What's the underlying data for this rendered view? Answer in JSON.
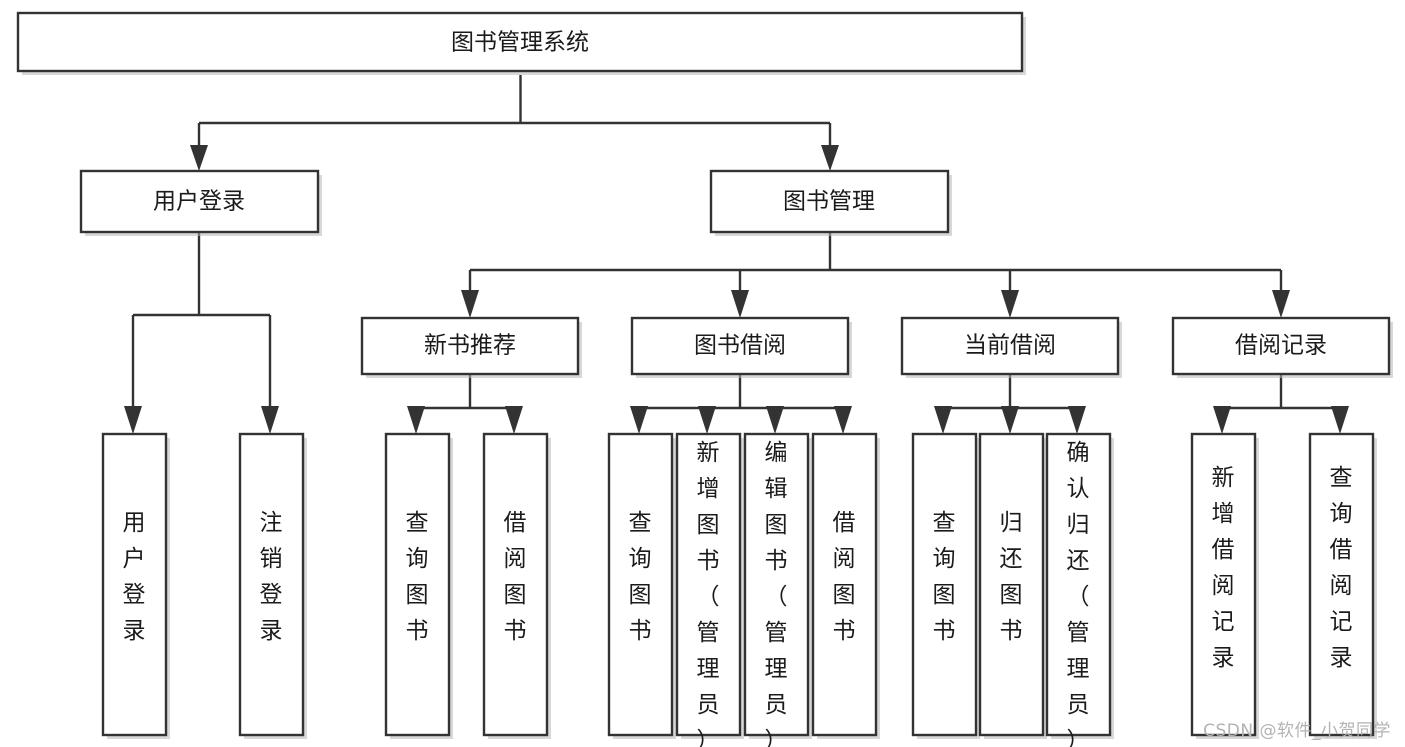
{
  "diagram": {
    "type": "tree-hierarchy",
    "title": "图书管理系统",
    "orientation": "top-down",
    "colors": {
      "box_stroke": "#333333",
      "box_fill": "#ffffff",
      "connector": "#333333",
      "text": "#1b1b1b",
      "watermark": "#b3b3b3",
      "background": "#ffffff"
    },
    "root": {
      "label": "图书管理系统",
      "id": "root-system"
    },
    "level2": [
      {
        "id": "node-user-login",
        "label": "用户登录"
      },
      {
        "id": "node-book-manage",
        "label": "图书管理"
      }
    ],
    "level3": [
      {
        "id": "node-new-book-recommend",
        "label": "新书推荐",
        "parent": "node-book-manage"
      },
      {
        "id": "node-book-borrow",
        "label": "图书借阅",
        "parent": "node-book-manage"
      },
      {
        "id": "node-current-borrow",
        "label": "当前借阅",
        "parent": "node-book-manage"
      },
      {
        "id": "node-borrow-record",
        "label": "借阅记录",
        "parent": "node-book-manage"
      }
    ],
    "leaves": {
      "user_login": [
        {
          "id": "leaf-user-login",
          "label": "用户登录"
        },
        {
          "id": "leaf-user-logout",
          "label": "注销登录"
        }
      ],
      "new_book_recommend": [
        {
          "id": "leaf-query-book-1",
          "label": "查询图书"
        },
        {
          "id": "leaf-borrow-book-1",
          "label": "借阅图书"
        }
      ],
      "book_borrow": [
        {
          "id": "leaf-query-book-2",
          "label": "查询图书"
        },
        {
          "id": "leaf-add-book",
          "label": "新增图书（管理员）"
        },
        {
          "id": "leaf-edit-book",
          "label": "编辑图书（管理员）"
        },
        {
          "id": "leaf-borrow-book-2",
          "label": "借阅图书"
        }
      ],
      "current_borrow": [
        {
          "id": "leaf-query-book-3",
          "label": "查询图书"
        },
        {
          "id": "leaf-return-book",
          "label": "归还图书"
        },
        {
          "id": "leaf-confirm-return",
          "label": "确认归还（管理员）"
        }
      ],
      "borrow_record": [
        {
          "id": "leaf-add-record",
          "label": "新增借阅记录"
        },
        {
          "id": "leaf-query-record",
          "label": "查询借阅记录"
        }
      ]
    }
  },
  "watermark": {
    "text": "CSDN @软件_小贺同学"
  }
}
